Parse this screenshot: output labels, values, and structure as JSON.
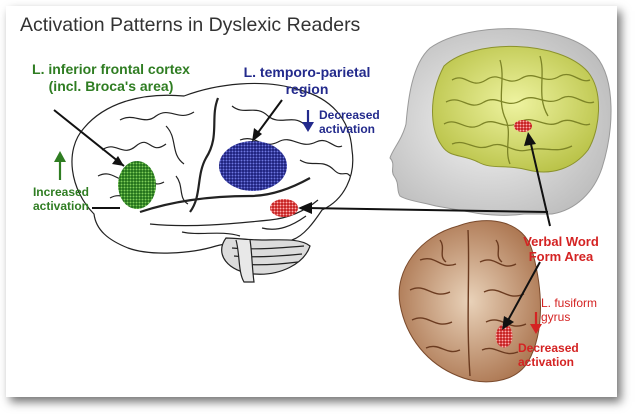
{
  "title": "Activation Patterns in Dyslexic Readers",
  "labels": {
    "broca": "L. inferior frontal cortex\n(incl. Broca's area)",
    "increase": "Increased\nactivation",
    "temporo_parietal": "L. temporo-parietal\nregion",
    "tp_decrease": "Decreased\nactivation",
    "vwfa": "Verbal Word\nForm Area",
    "fusiform": "L. fusiform\ngyrus",
    "fusiform_decrease": "Decreased\nactivation"
  },
  "colors": {
    "green": "#2f7d22",
    "blue": "#232a8c",
    "red": "#d42323"
  }
}
